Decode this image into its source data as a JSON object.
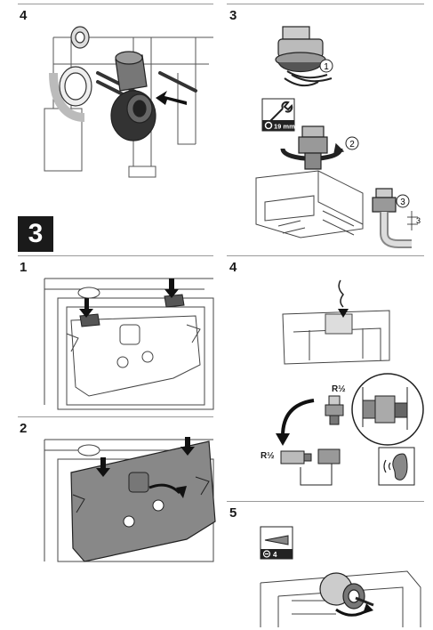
{
  "section_badge": "3",
  "panels": {
    "top_left": {
      "step": "4"
    },
    "top_right": {
      "step": "3",
      "callouts": [
        "1",
        "2",
        "3"
      ],
      "wrench_size": "19 mm",
      "dimension": "3"
    },
    "mid_left": {
      "step": "1"
    },
    "mid_right": {
      "step": "4",
      "thread_top": "R½",
      "thread_left": "R½"
    },
    "bottom_left": {
      "step": "2"
    },
    "bottom_right": {
      "step": "5",
      "tool_size": "4"
    }
  }
}
